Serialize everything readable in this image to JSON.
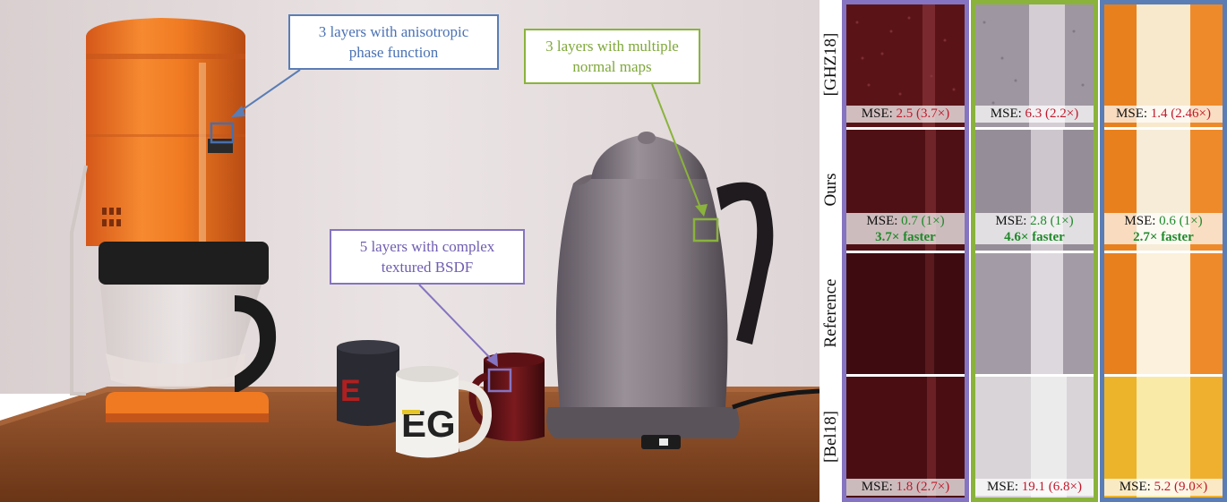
{
  "callouts": {
    "blue": {
      "line1": "3 layers with anisotropic",
      "line2": "phase function",
      "color": "#4a72b4"
    },
    "green": {
      "line1": "3 layers with multiple",
      "line2": "normal maps",
      "color": "#7fa83a"
    },
    "purple": {
      "line1": "5 layers with complex",
      "line2": "textured BSDF",
      "color": "#6f5db1"
    }
  },
  "mug_logo": "EG",
  "row_labels": [
    "[GHZ18]",
    "Ours",
    "Reference",
    "[Bel18]"
  ],
  "columns": [
    {
      "frame_color": "#8574c1",
      "mse": [
        {
          "label": "MSE:",
          "value": "2.5",
          "ratio": "(3.7×)"
        },
        {
          "label": "MSE:",
          "value": "0.7",
          "ratio": "(1×)",
          "speedup": "3.7× faster"
        },
        {
          "label": "MSE:",
          "value": "1.8",
          "ratio": "(2.7×)"
        }
      ]
    },
    {
      "frame_color": "#8ab33c",
      "mse": [
        {
          "label": "MSE:",
          "value": "6.3",
          "ratio": "(2.2×)"
        },
        {
          "label": "MSE:",
          "value": "2.8",
          "ratio": "(1×)",
          "speedup": "4.6× faster"
        },
        {
          "label": "MSE:",
          "value": "19.1",
          "ratio": "(6.8×)"
        }
      ]
    },
    {
      "frame_color": "#5a7db5",
      "mse": [
        {
          "label": "MSE:",
          "value": "1.4",
          "ratio": "(2.46×)"
        },
        {
          "label": "MSE:",
          "value": "0.6",
          "ratio": "(1×)",
          "speedup": "2.7× faster"
        },
        {
          "label": "MSE:",
          "value": "5.2",
          "ratio": "(9.0×)"
        }
      ]
    }
  ]
}
